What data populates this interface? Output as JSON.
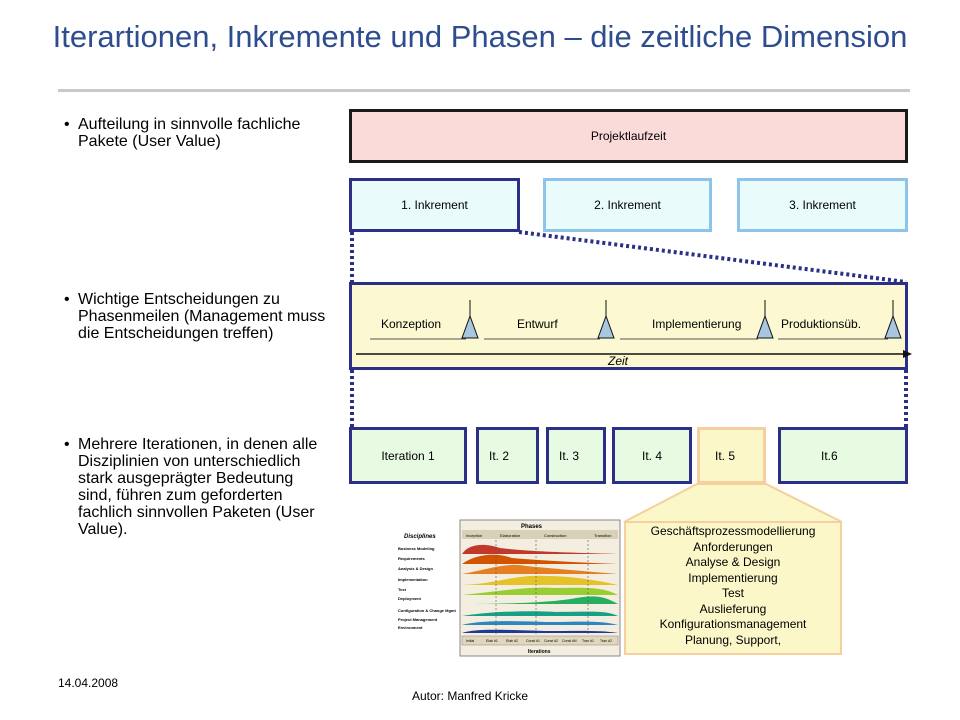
{
  "title": "Iterartionen, Inkremente und Phasen – die zeitliche Dimension",
  "bullets": [
    "Aufteilung in sinnvolle fachliche Pakete (User Value)",
    "Wichtige Entscheidungen zu Phasenmeilen (Management muss die Entscheidungen treffen)",
    "Mehrere Iterationen, in denen alle Disziplinien von unterschiedlich stark ausgeprägter Bedeutung sind,   führen zum geforderten fachlich sinnvollen Paketen (User Value)."
  ],
  "bullet_symbol": "•",
  "projekt": "Projektlaufzeit",
  "increments": [
    "1. Inkrement",
    "2. Inkrement",
    "3. Inkrement"
  ],
  "phases": [
    "Konzeption",
    "Entwurf",
    "Implementierung",
    "Produktionsüb."
  ],
  "zeit": "Zeit",
  "iterations": [
    "Iteration 1",
    "It. 2",
    "It. 3",
    "It. 4",
    "It. 5",
    "It.6"
  ],
  "disciplines": [
    "Geschäftsprozessmodellierung",
    "Anforderungen",
    "Analyse & Design",
    "Implementierung",
    "Test",
    "Auslieferung",
    "Konfigurationsmanagement",
    "Planung, Support,"
  ],
  "rup": {
    "phases_header": "Phases",
    "disciplines_header": "Disciplines",
    "phase_names": [
      "Inception",
      "Elaboration",
      "Construction",
      "Transition"
    ],
    "discipline_names": [
      "Business Modeling",
      "Requirements",
      "Analysis & Design",
      "Implementation",
      "Test",
      "Deployment",
      "Configuration & Change Mgmt",
      "Project Management",
      "Environment"
    ],
    "iteration_cells": [
      "Initial",
      "Elab #1",
      "Elab #2",
      "Const #1",
      "Const #2",
      "Const #N",
      "Tran #1",
      "Tran #2"
    ],
    "iterations_footer": "Iterations"
  },
  "footer": {
    "date": "14.04.2008",
    "author": "Autor: Manfred Kricke"
  },
  "colors": {
    "title": "#2e4d8f",
    "dark_border": "#2b2f86",
    "light_border": "#8fc4ea",
    "projekt_fill": "#fbdada",
    "increment_fill": "#e9fbfb",
    "phase_fill": "#fcf9d2",
    "iteration_fill": "#e6fbe2",
    "highlight_fill": "#fbf7c8",
    "highlight_border": "#f5cf9e",
    "milestone": "#a8c6df"
  }
}
